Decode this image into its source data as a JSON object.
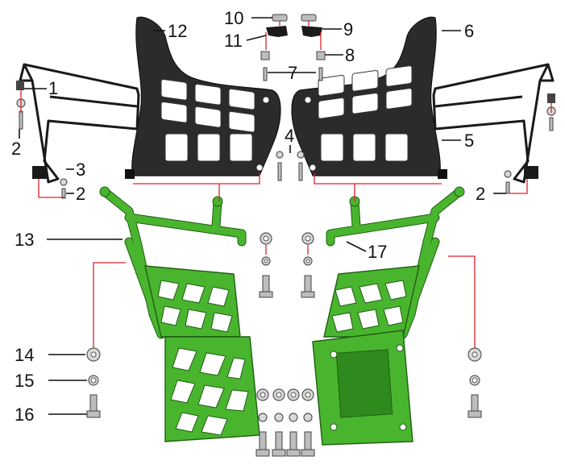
{
  "callouts": [
    {
      "id": "c1",
      "text": "1"
    },
    {
      "id": "c2a",
      "text": "2"
    },
    {
      "id": "c2b",
      "text": "2"
    },
    {
      "id": "c2c",
      "text": "2"
    },
    {
      "id": "c3",
      "text": "3"
    },
    {
      "id": "c4",
      "text": "4"
    },
    {
      "id": "c5",
      "text": "5"
    },
    {
      "id": "c6",
      "text": "6"
    },
    {
      "id": "c7",
      "text": "7"
    },
    {
      "id": "c8",
      "text": "8"
    },
    {
      "id": "c9",
      "text": "9"
    },
    {
      "id": "c10",
      "text": "10"
    },
    {
      "id": "c11",
      "text": "11"
    },
    {
      "id": "c12",
      "text": "12"
    },
    {
      "id": "c13",
      "text": "13"
    },
    {
      "id": "c14",
      "text": "14"
    },
    {
      "id": "c15",
      "text": "15"
    },
    {
      "id": "c16",
      "text": "16"
    },
    {
      "id": "c17",
      "text": "17"
    }
  ],
  "colors": {
    "guard": "#2b2b2b",
    "footrest": "#49b52e",
    "leader": "#e0202a"
  }
}
